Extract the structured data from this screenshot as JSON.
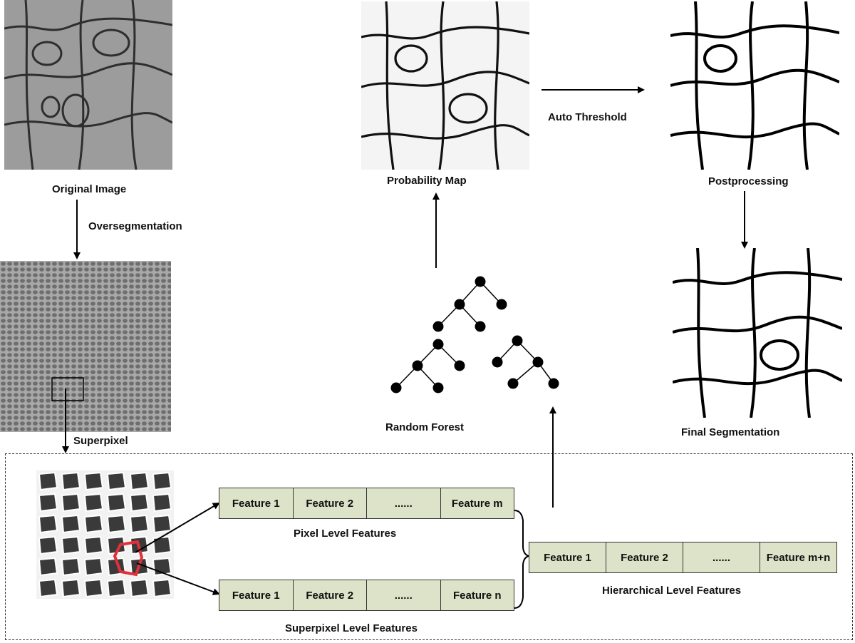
{
  "labels": {
    "original_image": "Original Image",
    "oversegmentation": "Oversegmentation",
    "superpixel": "Superpixel",
    "probability_map": "Probability Map",
    "auto_threshold": "Auto Threshold",
    "postprocessing": "Postprocessing",
    "final_segmentation": "Final Segmentation",
    "random_forest": "Random Forest"
  },
  "pixel_level": {
    "title": "Pixel Level Features",
    "cells": [
      "Feature 1",
      "Feature 2",
      "......",
      "Feature m"
    ]
  },
  "superpixel_level": {
    "title": "Superpixel Level Features",
    "cells": [
      "Feature 1",
      "Feature 2",
      "......",
      "Feature n"
    ]
  },
  "hierarchical_level": {
    "title": "Hierarchical Level Features",
    "cells": [
      "Feature 1",
      "Feature 2",
      "......",
      "Feature m+n"
    ]
  },
  "colors": {
    "feature_fill": "#dde3c8",
    "highlight_superpixel": "#e0303a",
    "em_gray": "#9a9a9a"
  }
}
